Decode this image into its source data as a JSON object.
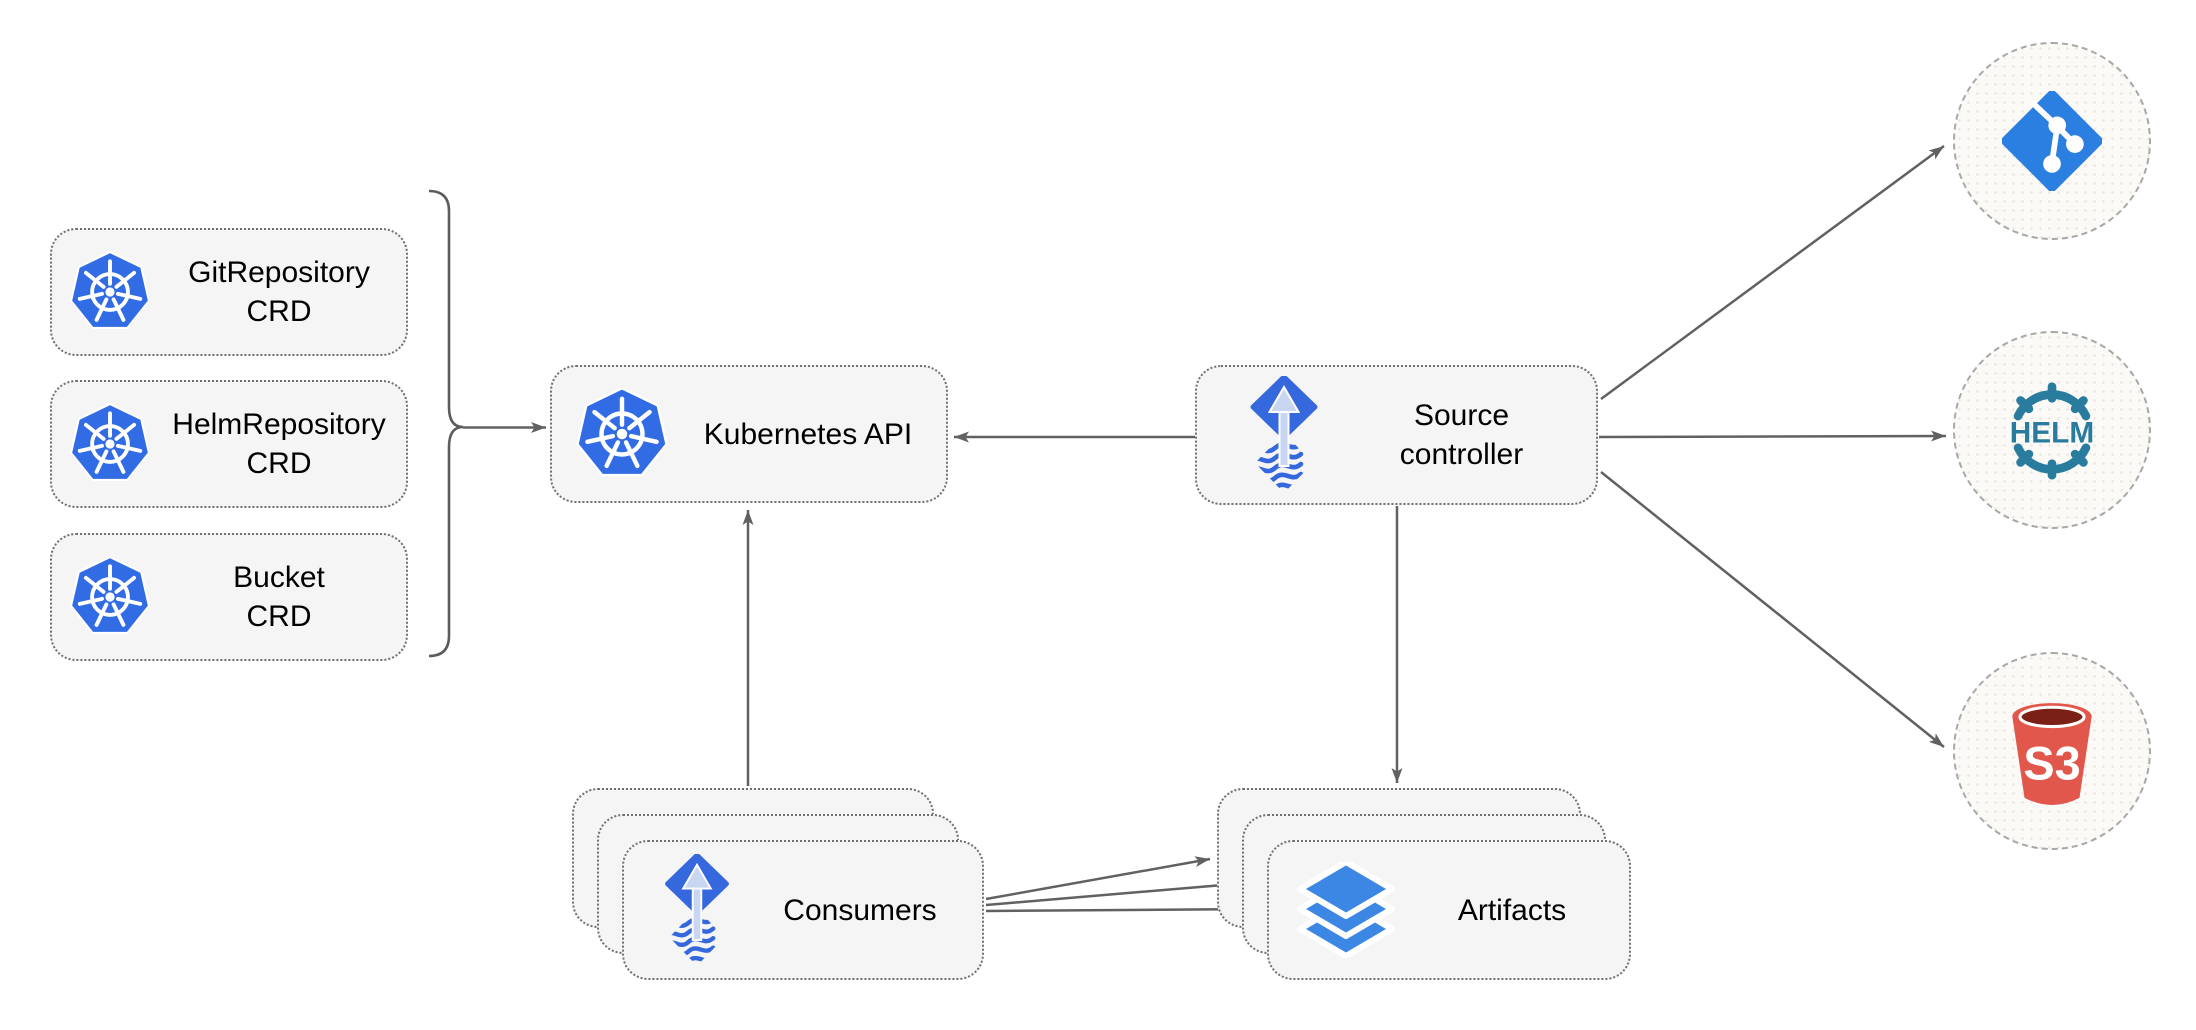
{
  "diagram": {
    "nodes": {
      "git_repository_crd": {
        "line1": "GitRepository",
        "line2": "CRD",
        "icon": "kubernetes-icon"
      },
      "helm_repository_crd": {
        "line1": "HelmRepository",
        "line2": "CRD",
        "icon": "kubernetes-icon"
      },
      "bucket_crd": {
        "line1": "Bucket",
        "line2": "CRD",
        "icon": "kubernetes-icon"
      },
      "kubernetes_api": {
        "label": "Kubernetes API",
        "icon": "kubernetes-icon"
      },
      "source_controller": {
        "line1": "Source",
        "line2": "controller",
        "icon": "flux-icon"
      },
      "consumers": {
        "label": "Consumers",
        "icon": "flux-icon",
        "stacked_layers": 3
      },
      "artifacts": {
        "label": "Artifacts",
        "icon": "layers-icon",
        "stacked_layers": 3
      },
      "git_source": {
        "icon": "git-icon"
      },
      "helm_source": {
        "icon": "helm-icon",
        "text": "HELM"
      },
      "s3_source": {
        "icon": "s3-bucket-icon",
        "text": "S3"
      }
    },
    "edges": [
      {
        "from": "crd-group-bracket",
        "to": "kubernetes_api"
      },
      {
        "from": "source_controller",
        "to": "kubernetes_api"
      },
      {
        "from": "consumers",
        "to": "kubernetes_api"
      },
      {
        "from": "source_controller",
        "to": "artifacts"
      },
      {
        "from": "source_controller",
        "to": "git_source"
      },
      {
        "from": "source_controller",
        "to": "helm_source"
      },
      {
        "from": "source_controller",
        "to": "s3_source"
      },
      {
        "from": "consumers",
        "to": "artifacts",
        "arrow_count": 3
      }
    ],
    "colors": {
      "kubernetes_blue": "#326ce5",
      "flux_blue": "#3568dd",
      "flux_arrow_light": "#c9d6f1",
      "layers_blue": "#3d87e4",
      "git_blue": "#2b7fe0",
      "helm_teal": "#2a7c9f",
      "s3_red": "#e2574b",
      "s3_dark_red": "#7b2016",
      "connector_gray": "#616161",
      "node_fill": "#f5f5f5",
      "background": "#ffffff"
    }
  }
}
